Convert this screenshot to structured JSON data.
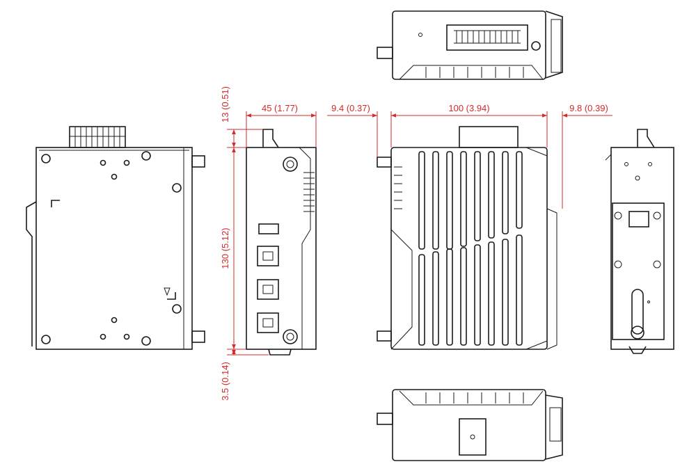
{
  "drawing": {
    "colors": {
      "dimension": "#d42a2a",
      "outline": "#1a1a1a",
      "background": "#ffffff"
    },
    "dimensions": {
      "width_side": "45 (1.77)",
      "gap_left": "9.4 (0.37)",
      "depth_main": "100 (3.94)",
      "gap_right": "9.8 (0.39)",
      "top_clip": "13 (0.51)",
      "height_main": "130 (5.12)",
      "bottom_clip": "3.5 (0.14)"
    }
  }
}
